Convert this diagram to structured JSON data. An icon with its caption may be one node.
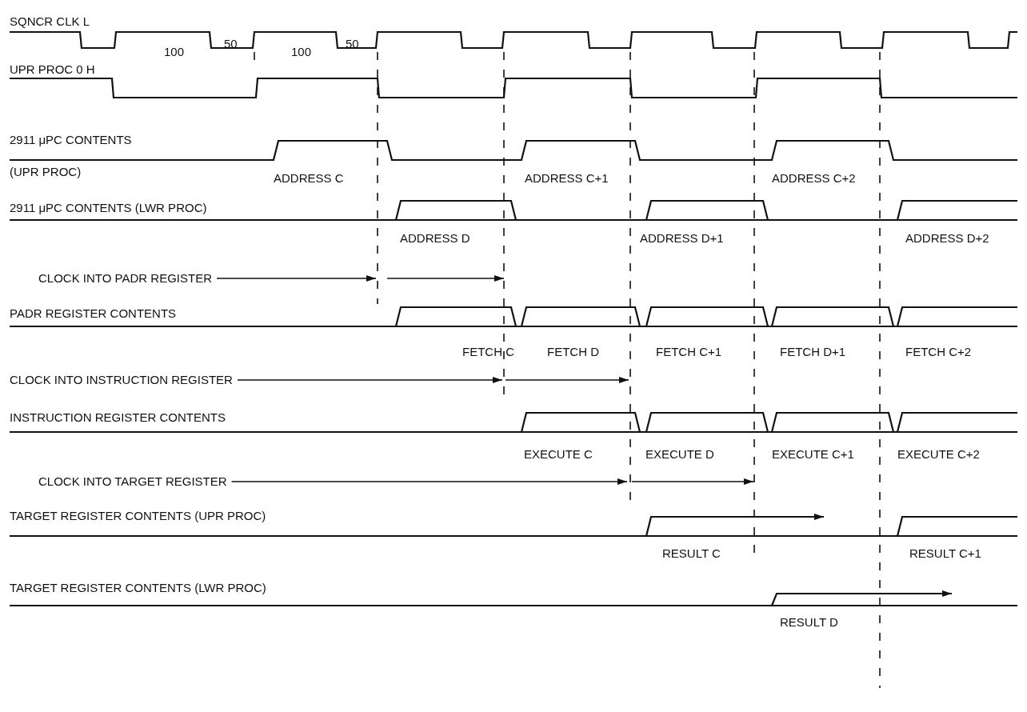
{
  "diagram": {
    "nodes": [
      {
        "text": [
          "CLOCK INTO PADR REGISTER"
        ]
      },
      {
        "text": [
          "CLOCK INTO INSTRUCTION REGISTER"
        ]
      },
      {
        "text": [
          "CLOCK INTO TARGET REGISTER"
        ]
      }
    ],
    "edges": [
      {
        "from": 0,
        "to": null,
        "arrow": "to"
      },
      {
        "from": 1,
        "to": null,
        "arrow": "to"
      },
      {
        "from": 2,
        "to": null,
        "arrow": "to"
      }
    ],
    "labels": [
      "SQNCR CLK L",
      "100",
      "50",
      "100",
      "50",
      "UPR PROC 0 H",
      "2911 μPC CONTENTS",
      "(UPR PROC)",
      "ADDRESS C",
      "ADDRESS C+1",
      "ADDRESS C+2",
      "2911 μPC CONTENTS (LWR PROC)",
      "ADDRESS D",
      "ADDRESS D+1",
      "ADDRESS D+2",
      "PADR REGISTER CONTENTS",
      "FETCH C",
      "FETCH D",
      "FETCH C+1",
      "FETCH D+1",
      "FETCH C+2",
      "INSTRUCTION REGISTER CONTENTS",
      "EXECUTE C",
      "EXECUTE D",
      "EXECUTE C+1",
      "EXECUTE C+2",
      "TARGET REGISTER CONTENTS (UPR PROC)",
      "RESULT C",
      "RESULT C+1",
      "TARGET REGISTER CONTENTS (LWR PROC)",
      "RESULT D"
    ]
  }
}
